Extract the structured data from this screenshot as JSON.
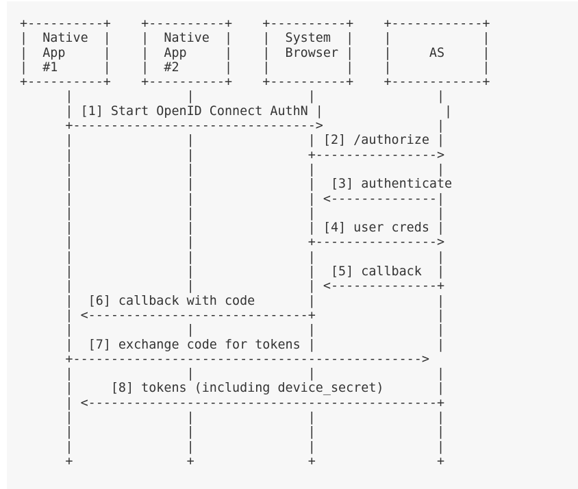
{
  "diagram": {
    "lines": [
      "+----------+    +----------+    +----------+    +------------+",
      "|  Native  |    |  Native  |    |  System  |    |            |",
      "|  App     |    |  App     |    |  Browser |    |     AS     |",
      "|  #1      |    |  #2      |    |          |    |            |",
      "+----------+    +----------+    +----------+    +------------+",
      "      |               |               |                |",
      "      | [1] Start OpenID Connect AuthN |                |",
      "      +-------------------------------->               |",
      "      |               |               | [2] /authorize |",
      "      |               |               +---------------->",
      "      |               |               |                |",
      "      |               |               |  [3] authenticate",
      "      |               |               | <--------------|",
      "      |               |               |                |",
      "      |               |               | [4] user creds |",
      "      |               |               +---------------->",
      "      |               |               |                |",
      "      |               |               |  [5] callback  |",
      "      |               |               | <--------------+",
      "      |  [6] callback with code       |                |",
      "      | <-----------------------------+                |",
      "      |               |               |                |",
      "      |  [7] exchange code for tokens |                |",
      "      +---------------------------------------------->",
      "      |               |               |                |",
      "      |     [8] tokens (including device_secret)       |",
      "      | <----------------------------------------------+",
      "      |               |               |                |",
      "      |               |               |                |",
      "      |               |               |                |",
      "      +               +               +                +"
    ]
  }
}
